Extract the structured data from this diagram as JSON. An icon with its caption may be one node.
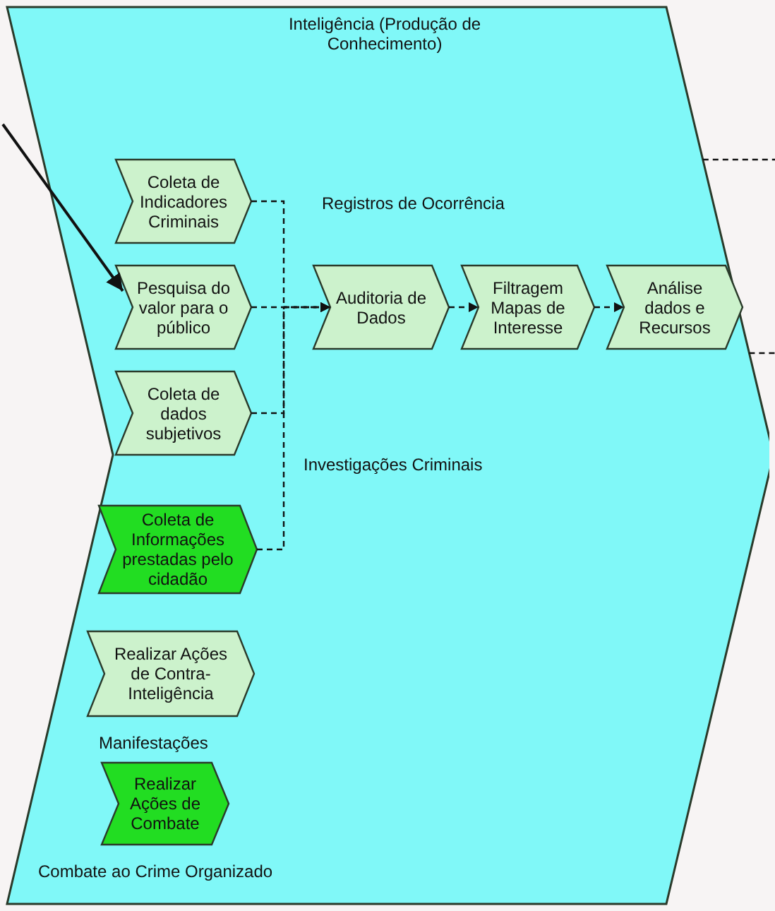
{
  "diagram": {
    "nodes": [
      {
        "text": [
          "Inteligência (Produção de Conhecimento)"
        ]
      },
      {
        "text": [
          "Coleta de Indicadores Criminais"
        ],
        "in": 0
      },
      {
        "text": [
          "Pesquisa do valor para o público"
        ],
        "in": 0
      },
      {
        "text": [
          "Coleta de dados subjetivos"
        ],
        "in": 0
      },
      {
        "text": [
          "Coleta de Informações prestadas pelo cidadão"
        ],
        "in": 0
      },
      {
        "text": [
          "Auditoria de Dados"
        ],
        "in": 0
      },
      {
        "text": [
          "Filtragem Mapas de Interesse"
        ],
        "in": 0
      },
      {
        "text": [
          "Análise dados e Recursos"
        ],
        "in": 0
      },
      {
        "text": [
          "Realizar Ações de Contra-Inteligência"
        ],
        "in": 0
      },
      {
        "text": [
          "Realizar Ações de Combate"
        ],
        "in": 0
      }
    ],
    "edges": [
      {
        "from": null,
        "to": 2,
        "arrow": "to"
      },
      {
        "from": 1,
        "to": 5,
        "arrow": "to",
        "style": "dashed"
      },
      {
        "from": 2,
        "to": 5,
        "arrow": "to",
        "style": "dashed"
      },
      {
        "from": 3,
        "to": 5,
        "arrow": "to",
        "style": "dashed"
      },
      {
        "from": 4,
        "to": 5,
        "arrow": "to",
        "style": "dashed"
      },
      {
        "from": 5,
        "to": 6,
        "arrow": "to",
        "style": "dashed"
      },
      {
        "from": 6,
        "to": 7,
        "arrow": "to",
        "style": "dashed"
      },
      {
        "from": 0,
        "to": null,
        "arrow": "none",
        "style": "dashed"
      },
      {
        "from": 0,
        "to": null,
        "arrow": "none",
        "style": "dashed"
      }
    ],
    "labels": [
      "Registros de Ocorrência",
      "Investigações Criminais",
      "Manifestações",
      "Combate ao Crime Organizado"
    ]
  }
}
